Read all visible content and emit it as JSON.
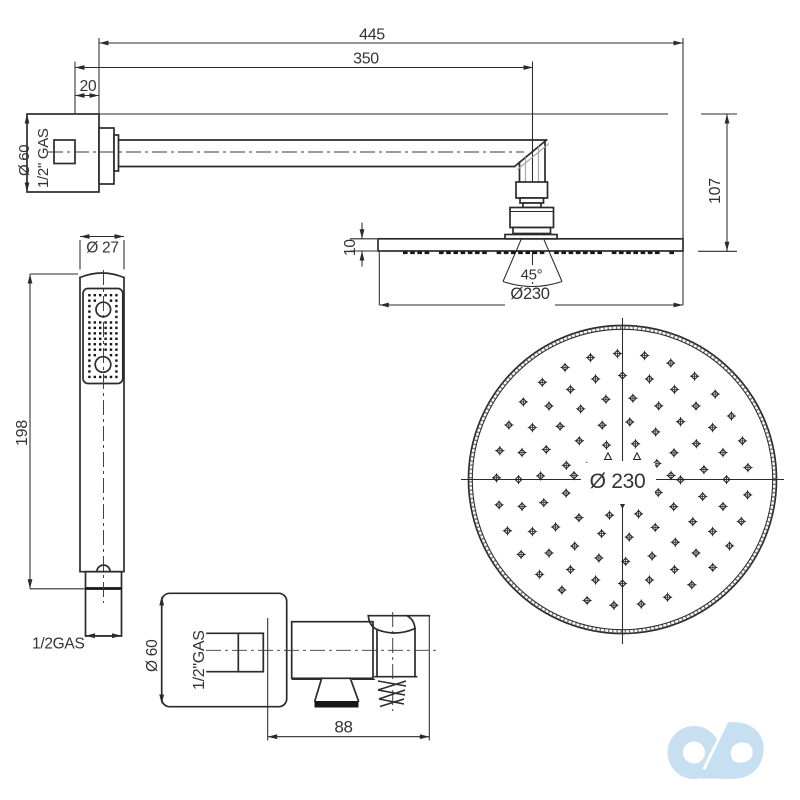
{
  "colors": {
    "line": "#2b2b2b",
    "text": "#333333",
    "background": "#ffffff",
    "logo_blue": "#c6e0f1"
  },
  "top_view": {
    "dim_total_length": "445",
    "dim_arm_length": "350",
    "dim_wall_offset": "20",
    "label_flange_diameter": "Ø 60",
    "label_flange_thread": "1/2\" GAS",
    "dim_drop_height": "107",
    "dim_head_thickness": "10",
    "label_spray_angle": "45°",
    "dim_head_diameter": "Ø230"
  },
  "head_face_view": {
    "dim_diameter": "Ø 230"
  },
  "hand_shower_view": {
    "dim_diameter": "Ø 27",
    "dim_length": "198",
    "label_thread": "1/2GAS"
  },
  "outlet_view": {
    "label_plate_diameter": "Ø 60",
    "label_thread": "1/2\"GAS",
    "dim_depth": "88"
  }
}
